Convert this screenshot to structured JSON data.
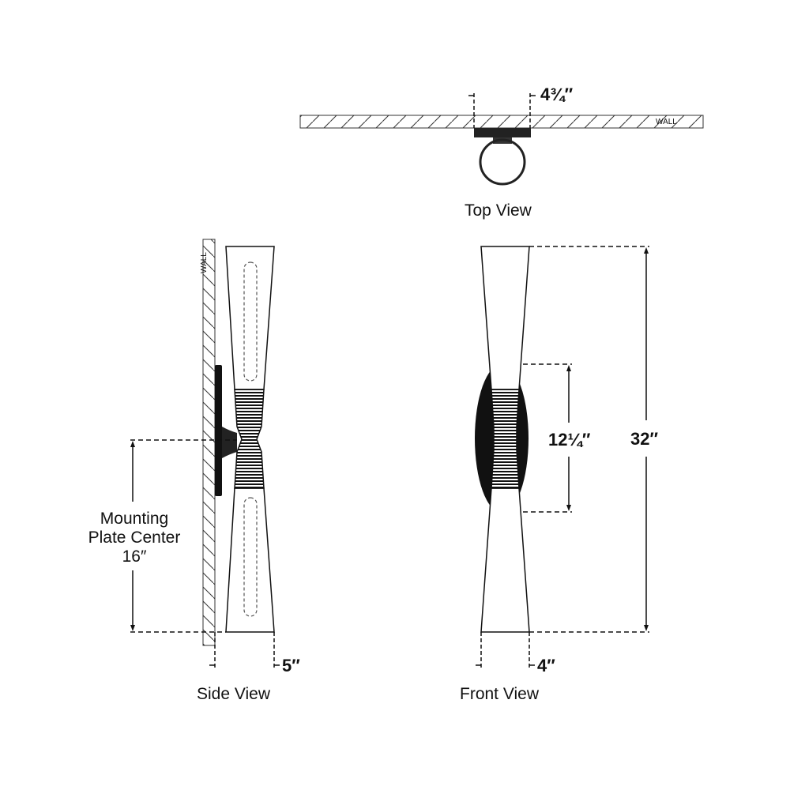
{
  "views": {
    "top": {
      "title": "Top View",
      "wall_label": "WALL",
      "dimension": "4¾″"
    },
    "side": {
      "title": "Side View",
      "wall_label": "WALL",
      "dimension": "5″",
      "mounting_label_line1": "Mounting",
      "mounting_label_line2": "Plate Center",
      "mounting_value": "16″"
    },
    "front": {
      "title": "Front View",
      "width_dimension": "4″",
      "backplate_dimension": "12¼″",
      "height_dimension": "32″"
    }
  },
  "colors": {
    "line": "#111111",
    "background": "#ffffff"
  }
}
